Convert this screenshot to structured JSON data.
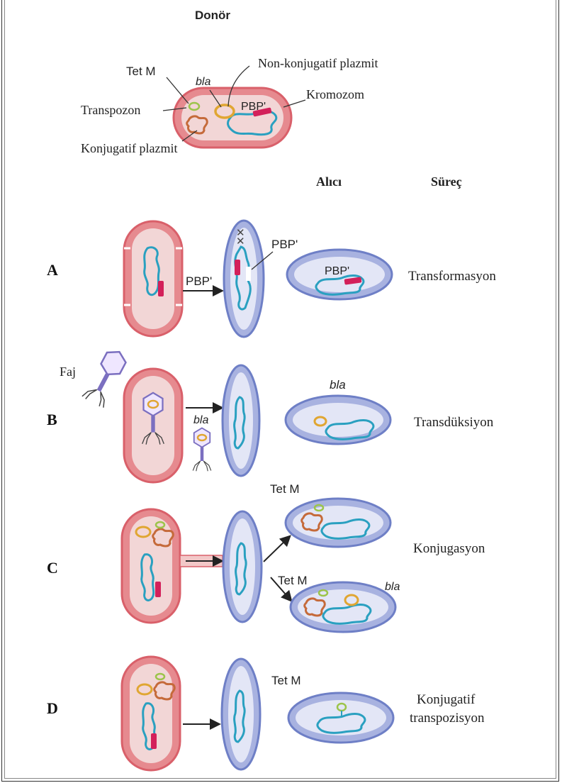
{
  "header": {
    "donor": "Donör",
    "recipient": "Alıcı",
    "process": "Süreç"
  },
  "donor_labels": {
    "tet_m": "Tet M",
    "bla": "bla",
    "non_conjugative_plasmid": "Non-konjugatif plazmit",
    "chromosome": "Kromozom",
    "transposon": "Transpozon",
    "pbp": "PBP'",
    "conjugative_plasmid": "Konjugatif plazmit"
  },
  "rows": {
    "A": {
      "letter": "A",
      "process": "Transformasyon",
      "pbp_mid": "PBP'",
      "pbp_top": "PBP'",
      "pbp_recipient": "PBP'"
    },
    "B": {
      "letter": "B",
      "process": "Transdüksiyon",
      "phage": "Faj",
      "bla_mid": "bla",
      "bla_recipient": "bla"
    },
    "C": {
      "letter": "C",
      "process": "Konjugasyon",
      "tet_top": "Tet M",
      "tet_bottom": "Tet M",
      "bla": "bla"
    },
    "D": {
      "letter": "D",
      "process_line1": "Konjugatif",
      "process_line2": "transpozisyon",
      "tet": "Tet M"
    }
  },
  "colors": {
    "donor_outer": "#d9606a",
    "donor_inner": "#f2d6d6",
    "recipient_outer": "#6e7fc6",
    "recipient_inner": "#e3e6f6",
    "dna": "#2aa0c0",
    "gene_red": "#d3205a",
    "plasmid": "#e0a632",
    "transposon": "#c56a3a",
    "phage": "#7b6fc0"
  }
}
